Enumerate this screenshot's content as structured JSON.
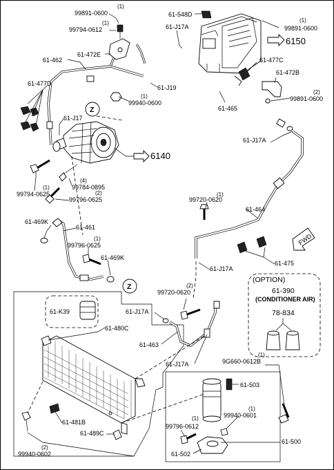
{
  "callouts": {
    "c_99891_top": "99891-0600",
    "c_99891_top_qty": "(1)",
    "c_99794_top": "99794-0612",
    "c_99794_top_qty": "(1)",
    "c_61_548D": "61-548D",
    "c_61_J17A_a": "61-J17A",
    "c_99891_right": "99891-0600",
    "c_99891_right_qty": "(1)",
    "c_6150": "6150",
    "c_61_472E": "61-472E",
    "c_61_477C": "61-477C",
    "c_61_462": "61-462",
    "c_61_472B": "61-472B",
    "c_61_477D": "61-477D",
    "c_61_J19": "61-J19",
    "c_99891_mid": "99891-0600",
    "c_99891_mid_qty": "(2)",
    "c_99940_top": "99940-0600",
    "c_99940_top_qty": "(1)",
    "c_61_465": "61-465",
    "c_z_top": "Z",
    "c_61_J17": "61-J17",
    "c_61_J17A_b": "61-J17A",
    "c_6140": "6140",
    "c_99784": "99784-0895",
    "c_99784_qty": "(4)",
    "c_99794_left": "99794-0625",
    "c_99794_left_qty": "(1)",
    "c_99796_a": "99796-0625",
    "c_99796_a_qty": "(2)",
    "c_99720_a": "99720-0620",
    "c_99720_a_qty": "(1)",
    "c_61_464": "61-464",
    "c_61_469K_a": "61-469K",
    "c_61_461": "61-461",
    "c_99796_b": "99796-0625",
    "c_99796_b_qty": "(1)",
    "c_61_469K_b": "61-469K",
    "c_61_475": "61-475",
    "c_61_J17A_c": "61-J17A",
    "c_z_bottom": "Z",
    "c_99720_b": "99720-0620",
    "c_99720_b_qty": "(2)",
    "c_61_K39": "61-K39",
    "c_61_J17A_d": "61-J17A",
    "c_61_480C": "61-480C",
    "c_61_463": "61-463",
    "c_61_J17A_e": "61-J17A",
    "c_9G660": "9G660-0612B",
    "c_9G660_qty": "(1)",
    "c_61_503": "61-503",
    "c_99796_c": "99796-0612",
    "c_99796_c_qty": "(1)",
    "c_99940_b": "99940-0601",
    "c_99940_b_qty": "(1)",
    "c_61_481B": "61-481B",
    "c_61_489C": "61-489C",
    "c_61_500": "61-500",
    "c_99940_c": "99940-0602",
    "c_99940_c_qty": "(2)",
    "c_61_502": "61-502"
  },
  "option_box": {
    "title": "(OPTION)",
    "part_no": "61-390",
    "part_name": "(CONDITIONER AIR)",
    "kit_no": "78-834"
  },
  "fwd": "FWD"
}
